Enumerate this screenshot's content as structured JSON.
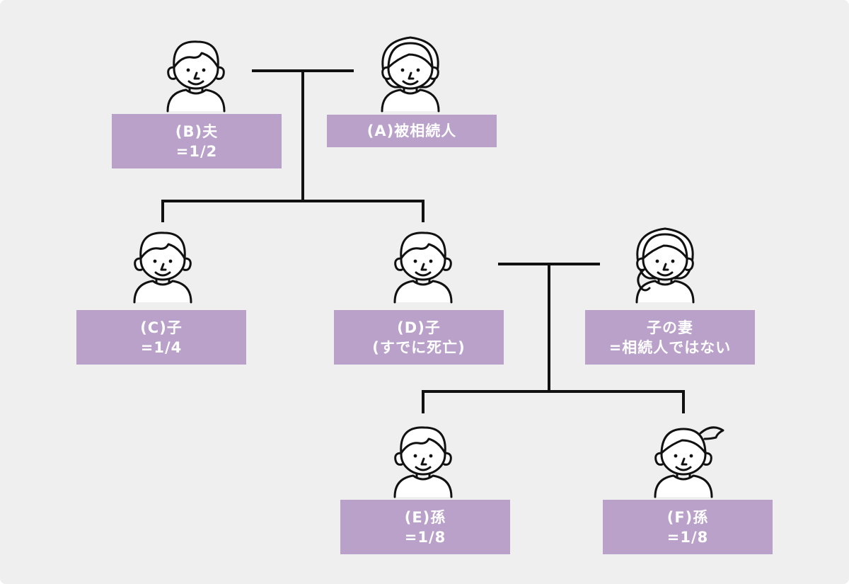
{
  "colors": {
    "background": "#efefef",
    "label_fill": "#b9a1c9",
    "label_text": "#ffffff",
    "line": "#111111"
  },
  "people": {
    "husband": {
      "icon": "man-icon",
      "label": [
        "(B)夫",
        "=1/2"
      ]
    },
    "deceased": {
      "icon": "woman-icon",
      "label": [
        "(A)被相続人"
      ]
    },
    "child_c": {
      "icon": "man-icon",
      "label": [
        "(C)子",
        "=1/4"
      ]
    },
    "child_d": {
      "icon": "man-icon",
      "label": [
        "(D)子",
        "(すでに死亡)"
      ]
    },
    "child_wife": {
      "icon": "woman-icon",
      "label": [
        "子の妻",
        "=相続人ではない"
      ]
    },
    "grandchild_e": {
      "icon": "boy-icon",
      "label": [
        "(E)孫",
        "=1/8"
      ]
    },
    "grandchild_f": {
      "icon": "girl-icon",
      "label": [
        "(F)孫",
        "=1/8"
      ]
    }
  }
}
